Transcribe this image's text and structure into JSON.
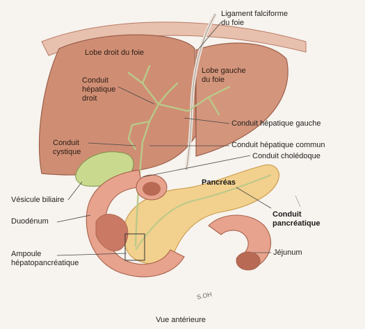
{
  "labels": {
    "ligament_line1": "Ligament falciforme",
    "ligament_line2": "du foie",
    "lobe_droit": "Lobe droit du foie",
    "lobe_gauche_line1": "Lobe gauche",
    "lobe_gauche_line2": "du foie",
    "conduit_hep_droit_line1": "Conduit",
    "conduit_hep_droit_line2": "hépatique",
    "conduit_hep_droit_line3": "droit",
    "conduit_hep_gauche": "Conduit hépatique gauche",
    "conduit_cystique_line1": "Conduit",
    "conduit_cystique_line2": "cystique",
    "conduit_hep_commun": "Conduit hépatique commun",
    "conduit_choledoque": "Conduit cholédoque",
    "pancreas": "Pancréas",
    "vesicule": "Vésicule biliaire",
    "duodenum": "Duodénum",
    "conduit_pancreatique_line1": "Conduit",
    "conduit_pancreatique_line2": "pancréatique",
    "ampoule_line1": "Ampoule",
    "ampoule_line2": "hépatopancréatique",
    "jejunum": "Jéjunum",
    "signature": "S.OH",
    "caption": "Vue antérieure"
  },
  "colors": {
    "liver": "#cf8e74",
    "gallbladder": "#c9da8f",
    "duct": "#b9c98a",
    "pancreas": "#f2d08d",
    "duodenum": "#e7a38e",
    "background": "#f7f3ee"
  }
}
